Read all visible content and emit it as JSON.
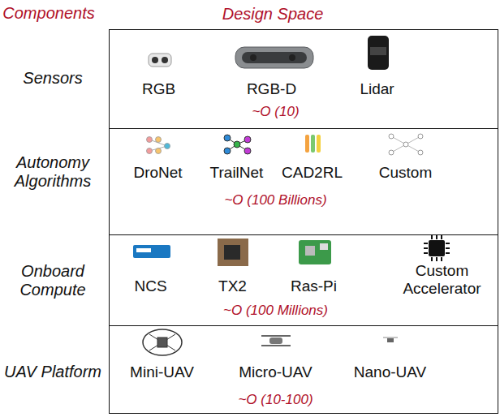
{
  "diagram": {
    "nodes": [
      {
        "text": [
          "Design Space"
        ]
      },
      {
        "text": [
          "RGB",
          "RGB-D",
          "Lidar",
          "~O (10)"
        ],
        "in": 0
      },
      {
        "text": [
          "DroNet",
          "TrailNet",
          "CAD2RL",
          "Custom",
          "~O (100 Billions)"
        ],
        "in": 0
      },
      {
        "text": [
          "NCS",
          "TX2",
          "Ras-Pi",
          "Custom Accelerator",
          "~O (100 Millions)"
        ],
        "in": 0
      },
      {
        "text": [
          "Mini-UAV",
          "Micro-UAV",
          "Nano-UAV",
          "~O (10-100)"
        ],
        "in": 0
      }
    ],
    "labels": [
      "Components",
      "Sensors",
      "Autonomy Algorithms",
      "Onboard Compute",
      "UAV Platform"
    ]
  }
}
